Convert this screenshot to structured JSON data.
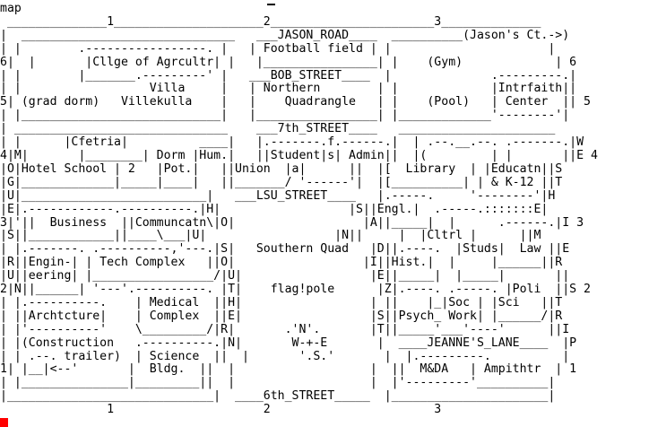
{
  "document": {
    "title": "map",
    "cursor_glyph": "_",
    "map_lines": [
      " ______________1_____________________2_______________________3______________",
      "|  ______________________________   ___JASON_ROAD____  __________(Jason's Ct.->)",
      "| |        .-----------------. |   | Football field | |                      |",
      "6|  |       |Cllge of Agrcultr| |   |________________| |    (Gym)             | 6",
      "| |        |_______.---------' |   ___BOB_STREET____  |              .---------.|",
      "| |                  Villa     |   | Northern        | |             |Intrfaith||",
      "5| (grad dorm)   Villekulla    |   |    Quadrangle   | |    (Pool)   | Center  || 5",
      "| |____________________________|   |_________________| |_____________'--------'|",
      "| ______________________________    ___7th_STREET____   ______________________",
      "| |      |Cfetria|          ____|   |.-------.f.------.|  | .--.__.--. .-------.|W",
      "4|M|       |________| Dorm |Hum.|   ||Student|s| Admin||  |(         | |       ||E 4",
      "|O|Hotel School | 2   |Pot.|   ||Union  |a|      ||  |[  Library  | |Educatn||S",
      "|G|_____________|_____|____|   ||_______/ '------'|  |[__________| | & K-12 ||T",
      "|U|__________________________|   ___LSU_STREET____   |.-----.     '--------'|H",
      "|E|.------------.----------.|H|                  |S||Engl.|  .-----.:::::::E|",
      "3|'||  Business  ||Communcatn\\|O|                  |A||_____|  |      .------.|I 3",
      "|S||____________||____\\___|U|                  |N||     |  |Cltrl |      ||M",
      "| |.-------. .----------,'---.|S|   Southern Quad   |D||.----.  |Studs|  Law ||E",
      "|R||Engin-| | Tech Complex   ||O|                  |I||Hist.|  |     |______||R",
      "|U||eering| |_________________/|U|                  |E||_____|  |_____|       ||",
      "2|N||______| '---'.----------. |T|    flag!pole      |Z|.----. .-----. |Poli  ||S 2",
      "| |.----------.    | Medical  ||H|                  | ||    |_|Soc | |Sci   ||T",
      "| ||Archtcture|    | Complex  ||E|                  |S||Psych_ Work| |______/|R",
      "| |'----------'    \\_________/|R|       .'N'.       |T||_____'___'----'      ||I",
      "| |(Construction   .----------.|N|       W-+-E       |  ____JEANNE'S_LANE____  |P",
      "| | .--. trailer)  | Science  ||  |       '.S.'       |  |.---------.          |",
      "1| |__|<--'       |  Bldg.  ||  |                   |  ||  M&DA   | Ampithtr  | 1",
      "| |_______________|_________||  |                   |  |'---------'__________|",
      "|_____________________________|  ____6th_STREET_____  |______________________|",
      "               1                     2                       3"
    ]
  }
}
